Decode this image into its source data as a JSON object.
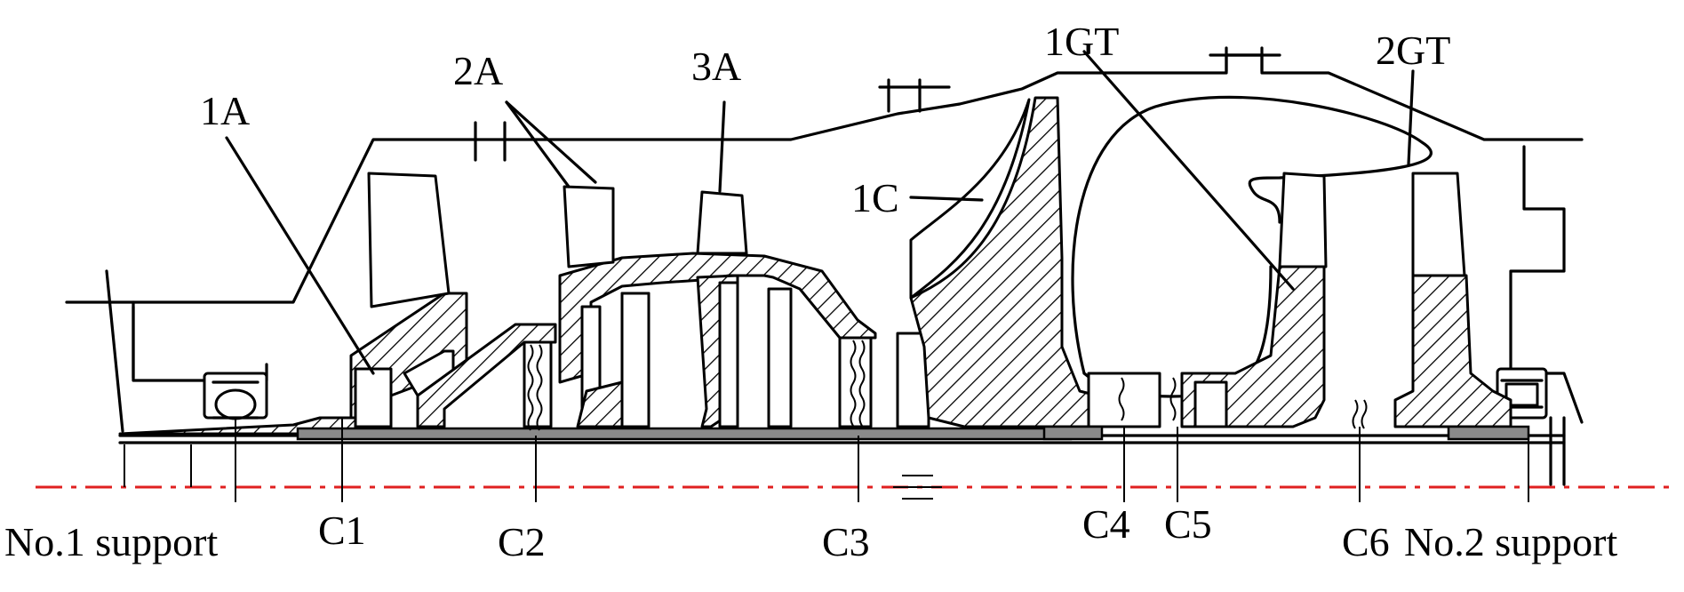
{
  "diagram": {
    "colors": {
      "line": "#000000",
      "axis": "#e02020",
      "shaft_fill": "#8a8a8a",
      "background": "#ffffff"
    },
    "components": {
      "stage_1a": "1A",
      "stage_2a": "2A",
      "stage_3a": "3A",
      "centrifugal_1c": "1C",
      "turbine_1gt": "1GT",
      "turbine_2gt": "2GT"
    },
    "couplings": {
      "c1": "C1",
      "c2": "C2",
      "c3": "C3",
      "c4": "C4",
      "c5": "C5",
      "c6": "C6"
    },
    "supports": {
      "support_1": "No.1 support",
      "support_2": "No.2 support"
    }
  }
}
